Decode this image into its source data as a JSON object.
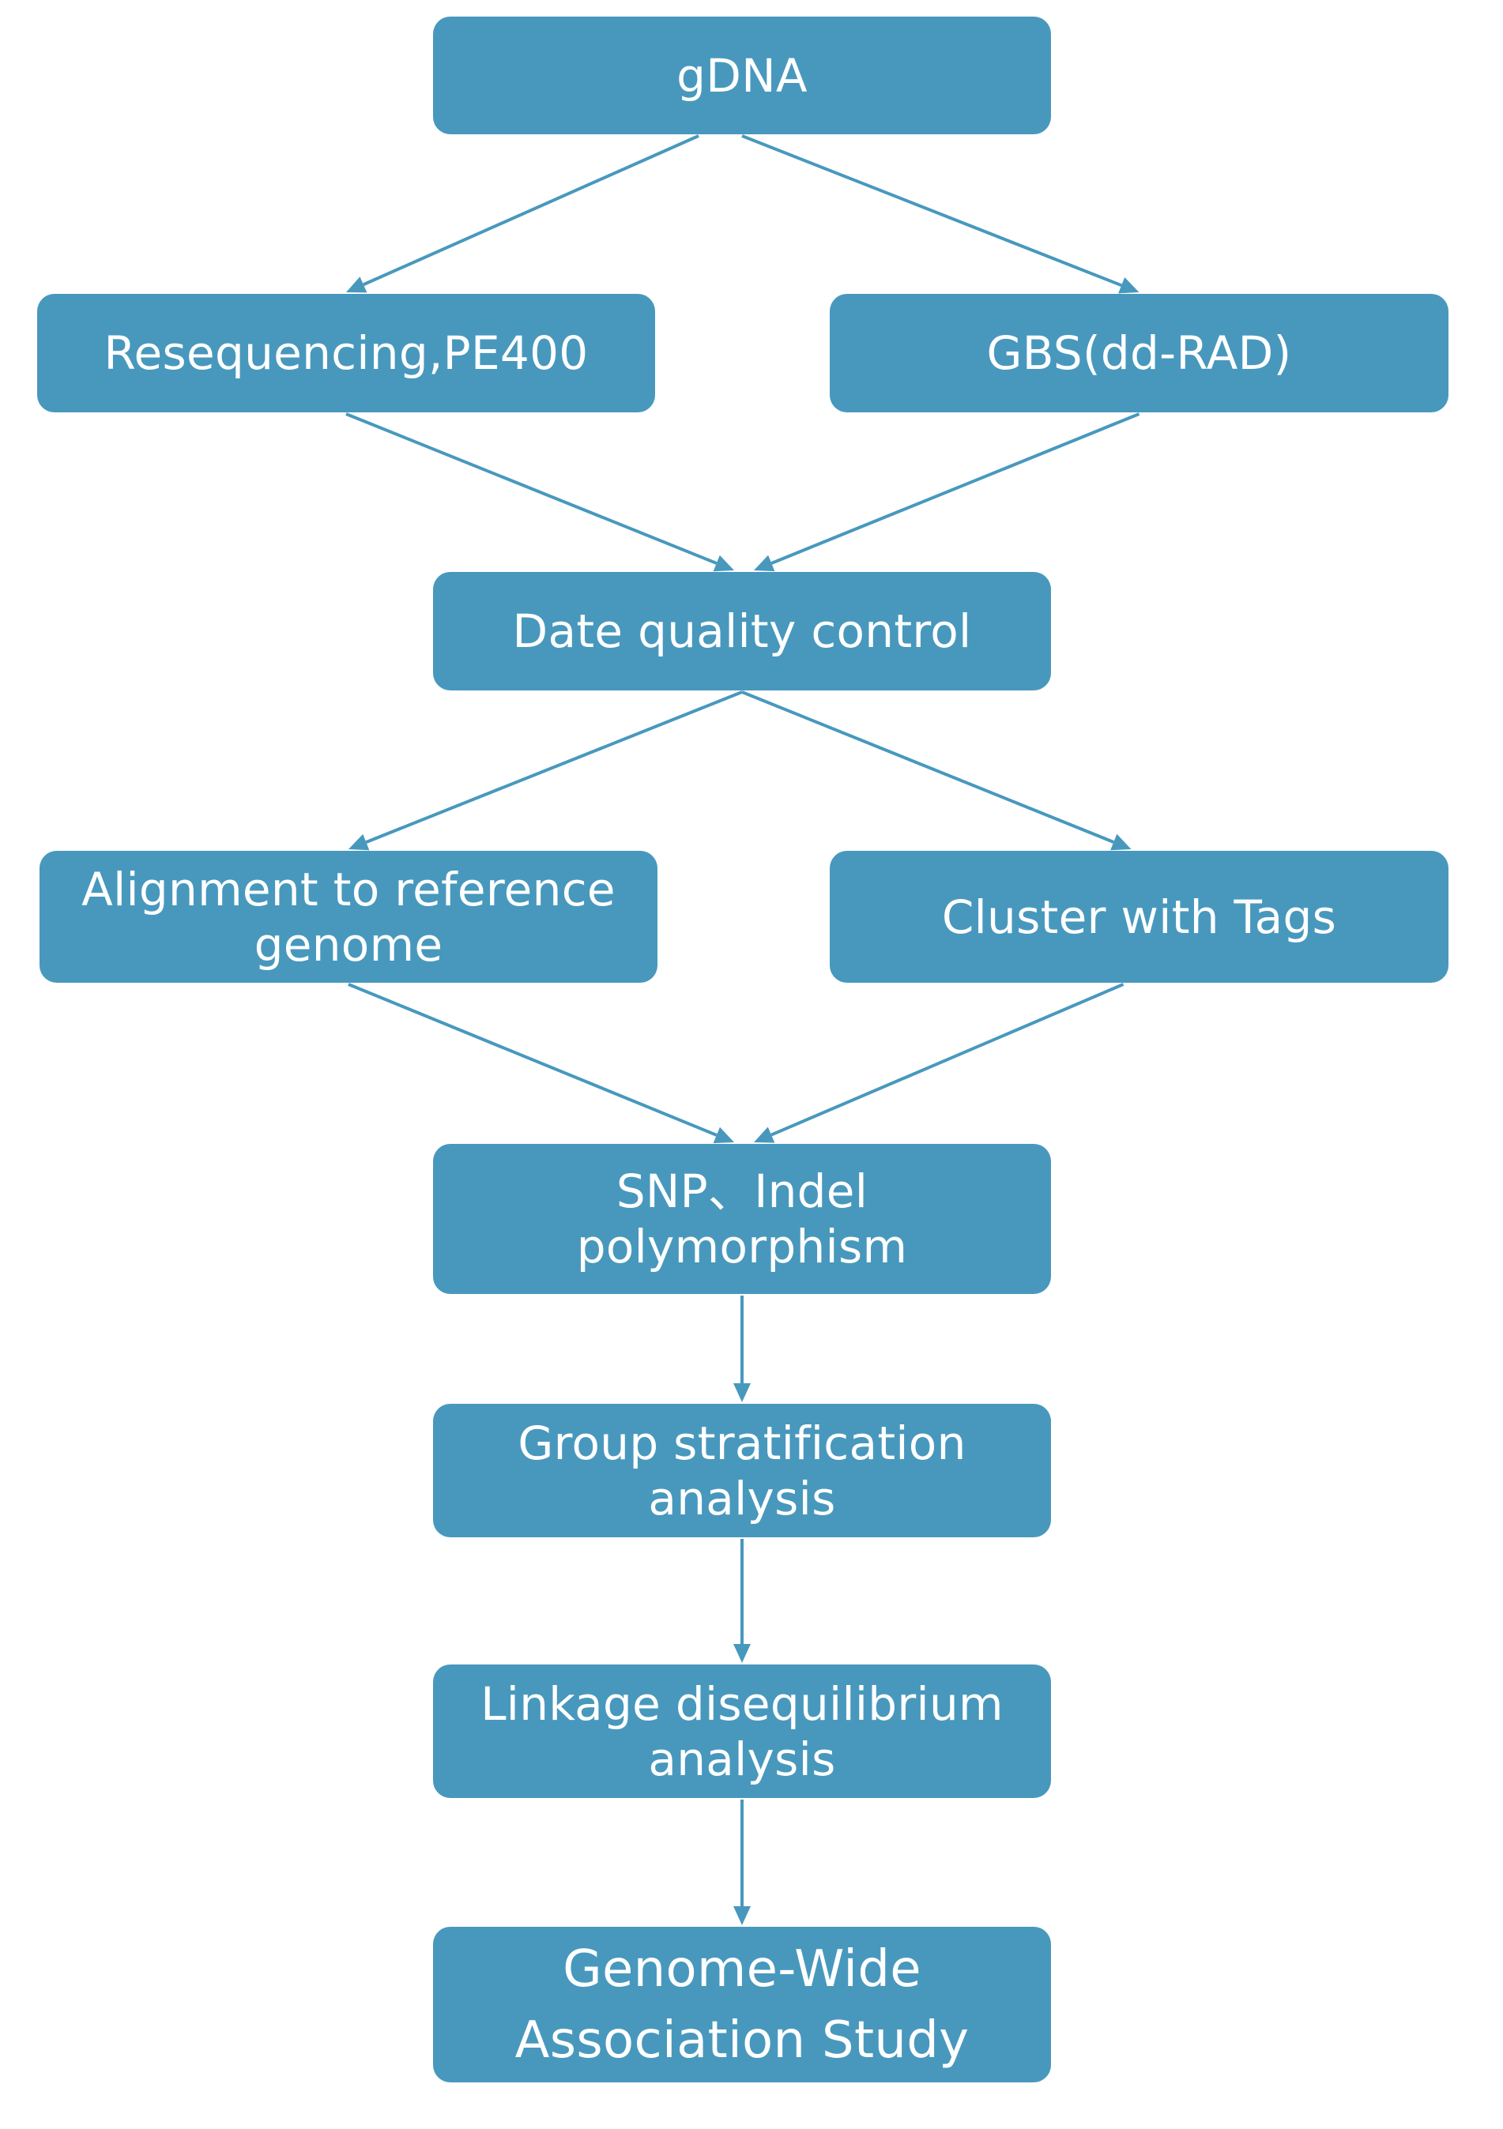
{
  "diagram": {
    "nodes": [
      {
        "id": "gdna",
        "lines": [
          "gDNA"
        ]
      },
      {
        "id": "reseq",
        "lines": [
          "Resequencing,PE400"
        ]
      },
      {
        "id": "gbs",
        "lines": [
          "GBS(dd-RAD)"
        ]
      },
      {
        "id": "qc",
        "lines": [
          "Date quality control"
        ]
      },
      {
        "id": "align",
        "lines": [
          "Alignment to reference",
          "genome"
        ]
      },
      {
        "id": "cluster",
        "lines": [
          "Cluster with Tags"
        ]
      },
      {
        "id": "snp",
        "lines": [
          "SNP、Indel",
          "polymorphism"
        ]
      },
      {
        "id": "group",
        "lines": [
          "Group stratification",
          "analysis"
        ]
      },
      {
        "id": "linkage",
        "lines": [
          "Linkage disequilibrium",
          "analysis"
        ]
      },
      {
        "id": "gwas",
        "lines": [
          "Genome-Wide",
          "Association Study"
        ]
      }
    ],
    "edges": [
      [
        "gdna",
        "reseq"
      ],
      [
        "gdna",
        "gbs"
      ],
      [
        "reseq",
        "qc"
      ],
      [
        "gbs",
        "qc"
      ],
      [
        "qc",
        "align"
      ],
      [
        "qc",
        "cluster"
      ],
      [
        "align",
        "snp"
      ],
      [
        "cluster",
        "snp"
      ],
      [
        "snp",
        "group"
      ],
      [
        "group",
        "linkage"
      ],
      [
        "linkage",
        "gwas"
      ]
    ],
    "colors": {
      "box_fill": "#4898bd",
      "text": "#ffffff",
      "connector": "#4898bd"
    }
  }
}
